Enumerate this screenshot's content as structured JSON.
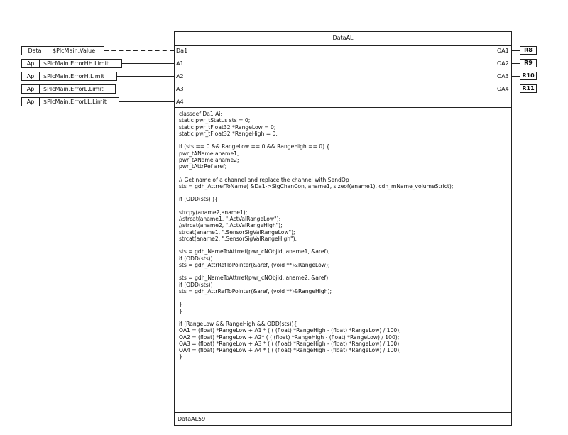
{
  "block": {
    "title": "DataAL",
    "footer": "DataAL59",
    "inputs": [
      {
        "pin": "Da1",
        "type": "Data",
        "value": "$PlcMain.Value"
      },
      {
        "pin": "A1",
        "type": "Ap",
        "value": "$PlcMain.ErrorHH.Limit"
      },
      {
        "pin": "A2",
        "type": "Ap",
        "value": "$PlcMain.ErrorH.Limit"
      },
      {
        "pin": "A3",
        "type": "Ap",
        "value": "$PlcMain.ErrorL.Limit"
      },
      {
        "pin": "A4",
        "type": "Ap",
        "value": "$PlcMain.ErrorLL.Limit"
      }
    ],
    "outputs": [
      {
        "pin": "OA1",
        "target": "R8"
      },
      {
        "pin": "OA2",
        "target": "R9"
      },
      {
        "pin": "OA3",
        "target": "R10"
      },
      {
        "pin": "OA4",
        "target": "R11"
      }
    ],
    "code": [
      "classdef Da1 Ai;",
      "static pwr_tStatus sts = 0;",
      "static pwr_tFloat32 *RangeLow = 0;",
      "static pwr_tFloat32 *RangeHigh = 0;",
      "",
      "if (sts == 0 && RangeLow == 0 && RangeHigh == 0) {",
      "pwr_tAName aname1;",
      "pwr_tAName aname2;",
      "pwr_tAttrRef aref;",
      "",
      "// Get name of a channel and replace the channel with SendOp",
      "sts = gdh_AttrrefToName( &Da1->SigChanCon, aname1, sizeof(aname1), cdh_mName_volumeStrict);",
      "",
      "if (ODD(sts) ){",
      "",
      "strcpy(aname2,aname1);",
      "//strcat(aname1, \".ActValRangeLow\");",
      "//strcat(aname2, \".ActValRangeHigh\");",
      "strcat(aname1, \".SensorSigValRangeLow\");",
      "strcat(aname2, \".SensorSigValRangeHigh\");",
      "",
      "sts = gdh_NameToAttrref(pwr_cNObjid, aname1, &aref);",
      "if (ODD(sts))",
      "sts = gdh_AttrRefToPointer(&aref, (void **)&RangeLow);",
      "",
      "sts = gdh_NameToAttrref(pwr_cNObjid, aname2, &aref);",
      "if (ODD(sts))",
      "sts = gdh_AttrRefToPointer(&aref, (void **)&RangeHigh);",
      "",
      "}",
      "}",
      "",
      "if (RangeLow && RangeHigh && ODD(sts)){",
      "OA1 = (float) *RangeLow + A1 * ( ( (float) *RangeHigh - (float) *RangeLow) / 100);",
      "OA2 = (float) *RangeLow + A2* ( ( (float) *RangeHigh - (float) *RangeLow) / 100);",
      "OA3 = (float) *RangeLow + A3 * ( ( (float) *RangeHigh - (float) *RangeLow) / 100);",
      "OA4 = (float) *RangeLow + A4 * ( ( (float) *RangeHigh - (float) *RangeLow) / 100);",
      "}"
    ]
  }
}
